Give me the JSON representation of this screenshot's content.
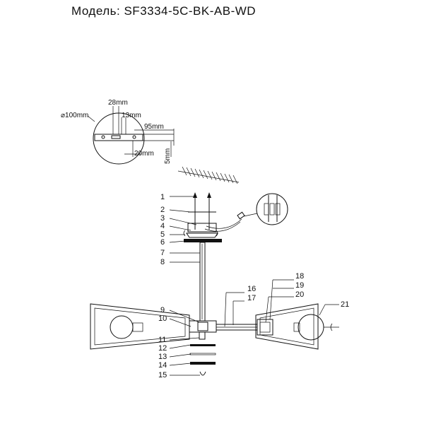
{
  "header": {
    "model_label": "Модель: SF3334-5C-BK-AB-WD"
  },
  "dimensions": {
    "d_canopy": "⌀100mm",
    "w_28": "28mm",
    "w_13": "13mm",
    "w_95": "95mm",
    "w_20": "20mm",
    "h_5": "5mm"
  },
  "callouts": [
    "1",
    "2",
    "3",
    "4",
    "5",
    "6",
    "7",
    "8",
    "9",
    "10",
    "11",
    "12",
    "13",
    "14",
    "15",
    "16",
    "17",
    "18",
    "19",
    "20",
    "21"
  ],
  "colors": {
    "ink": "#111111",
    "background": "#ffffff"
  }
}
